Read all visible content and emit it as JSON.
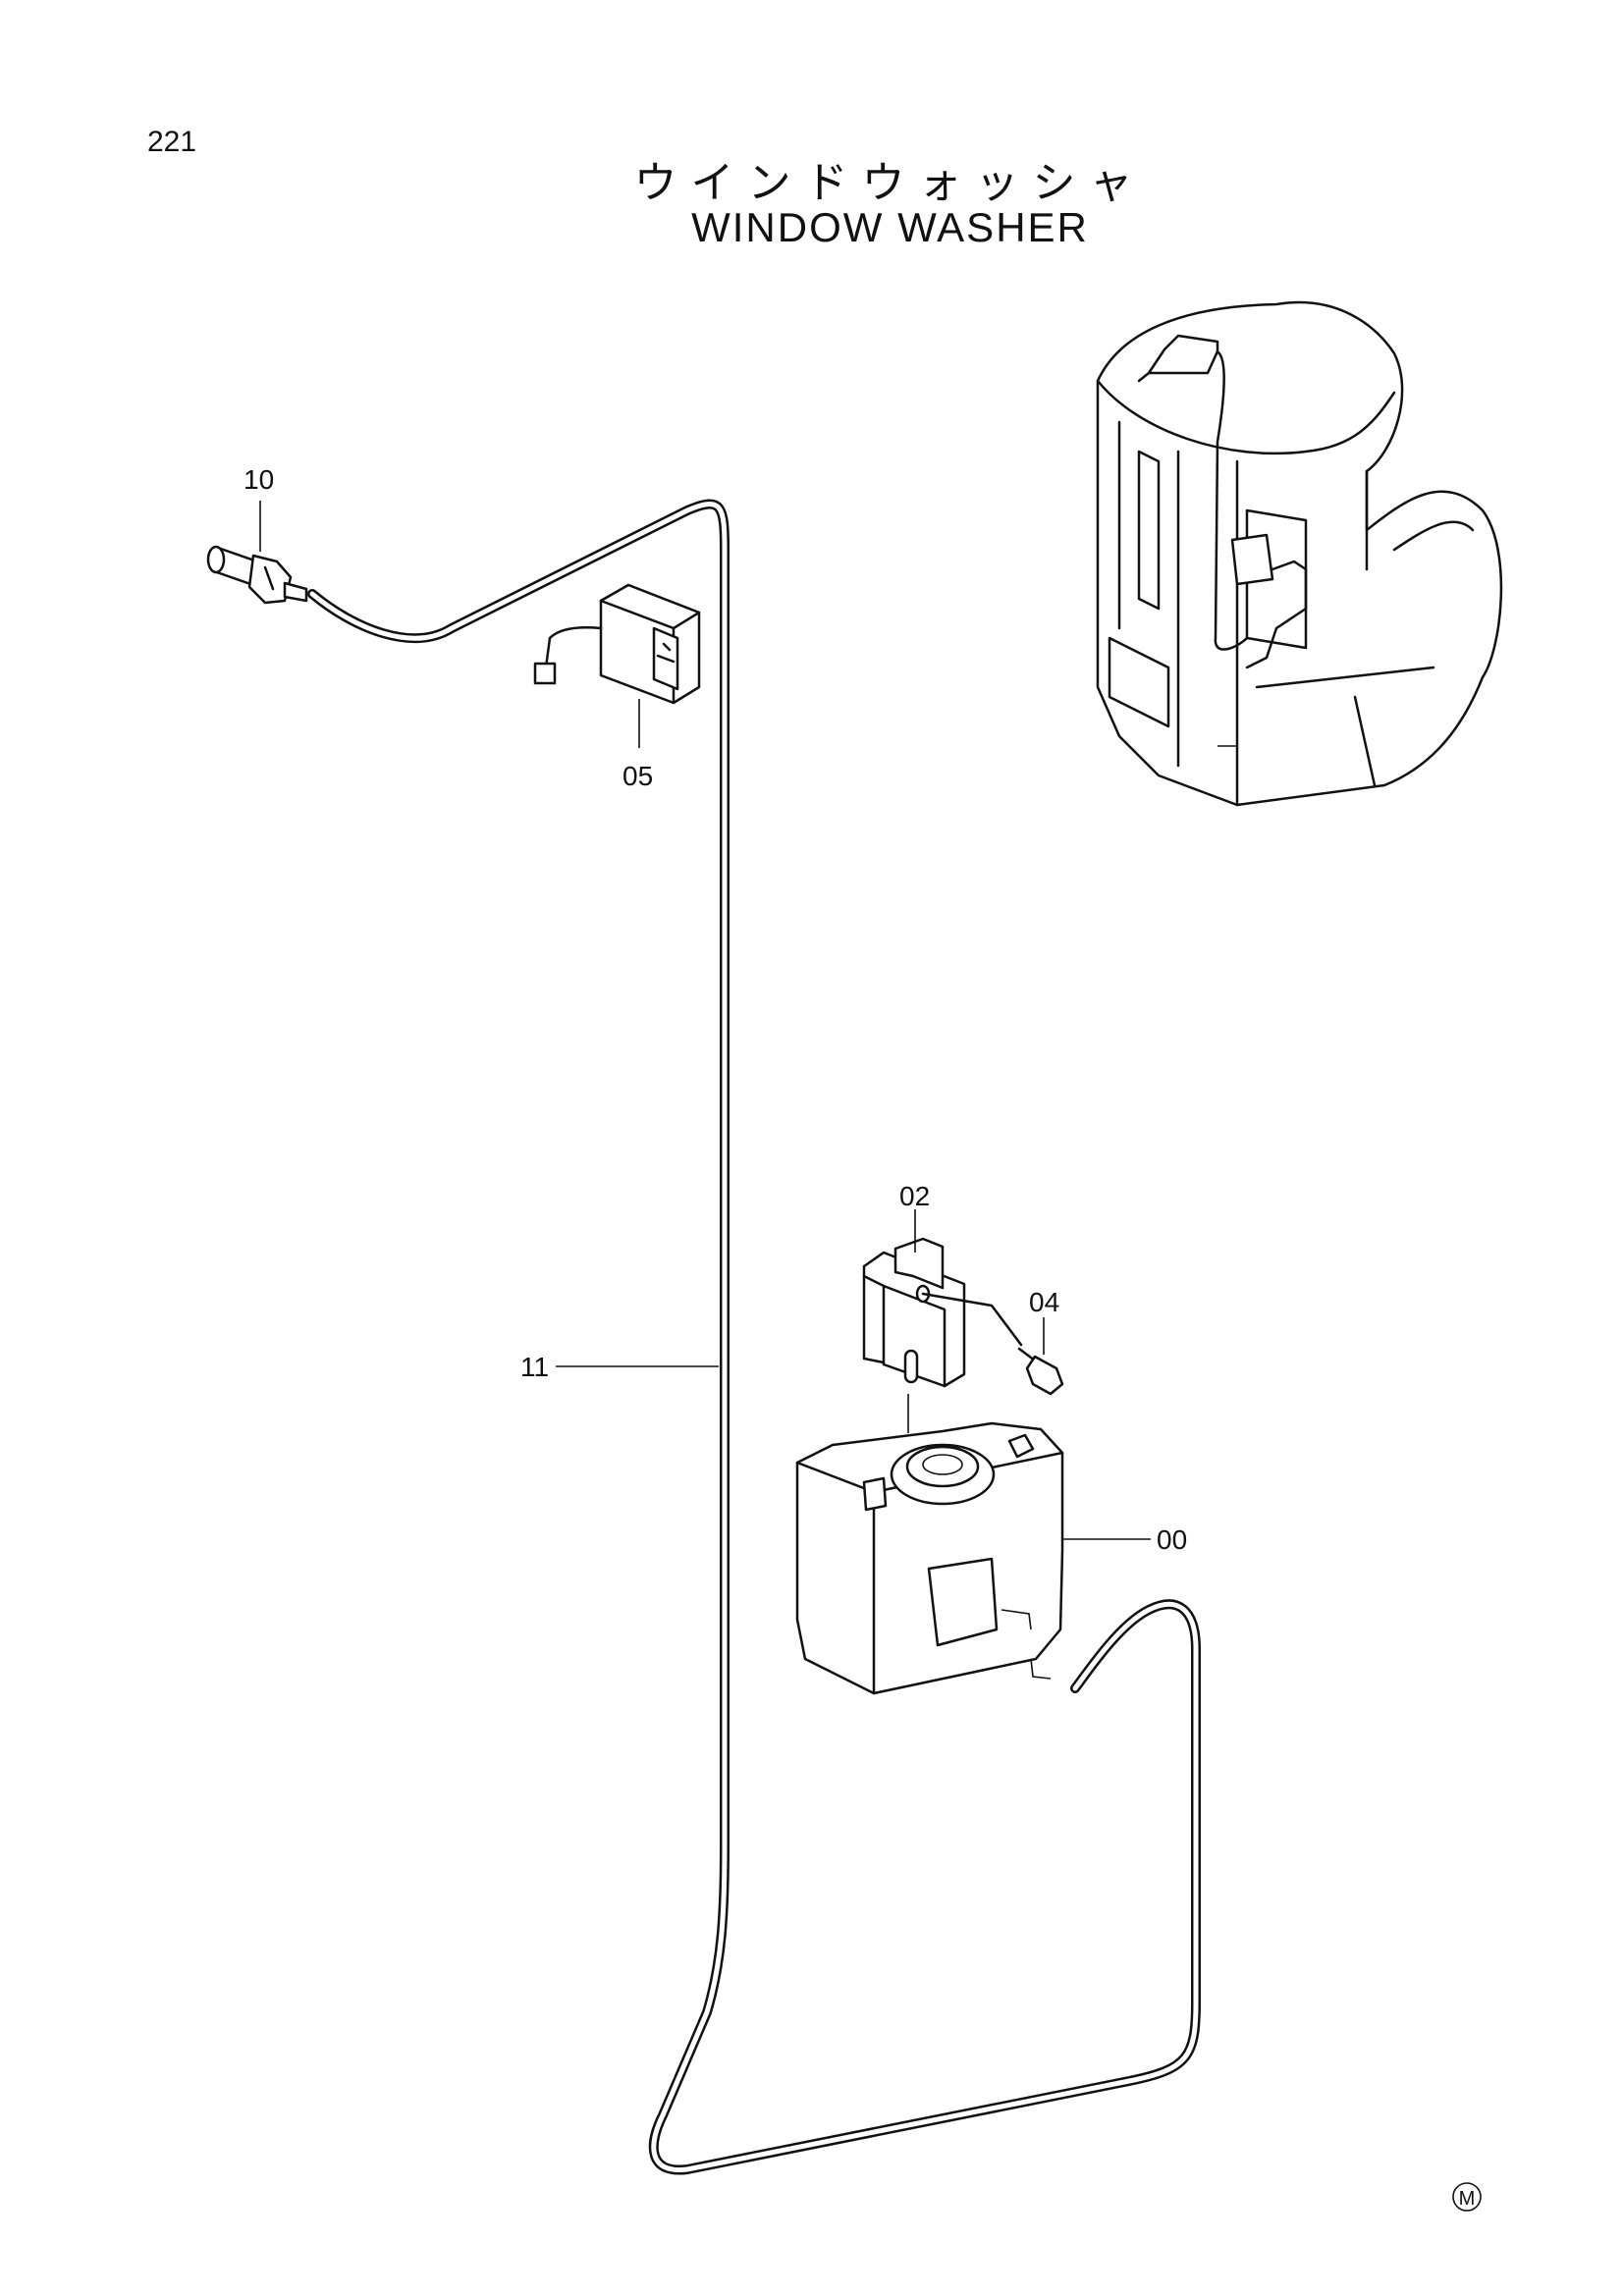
{
  "page": {
    "number": "221"
  },
  "title": {
    "jp": "ウインドウォッシャ",
    "en": "WINDOW WASHER"
  },
  "callouts": [
    {
      "id": "10",
      "part": "washer nozzle"
    },
    {
      "id": "05",
      "part": "washer switch"
    },
    {
      "id": "11",
      "part": "washer hose"
    },
    {
      "id": "02",
      "part": "bracket"
    },
    {
      "id": "04",
      "part": "bolt"
    },
    {
      "id": "00",
      "part": "washer tank"
    }
  ],
  "mark": {
    "symbol": "M"
  },
  "icons": [
    "nozzle-icon",
    "switch-icon",
    "bracket-icon",
    "bolt-icon",
    "tank-icon",
    "cab-icon"
  ]
}
